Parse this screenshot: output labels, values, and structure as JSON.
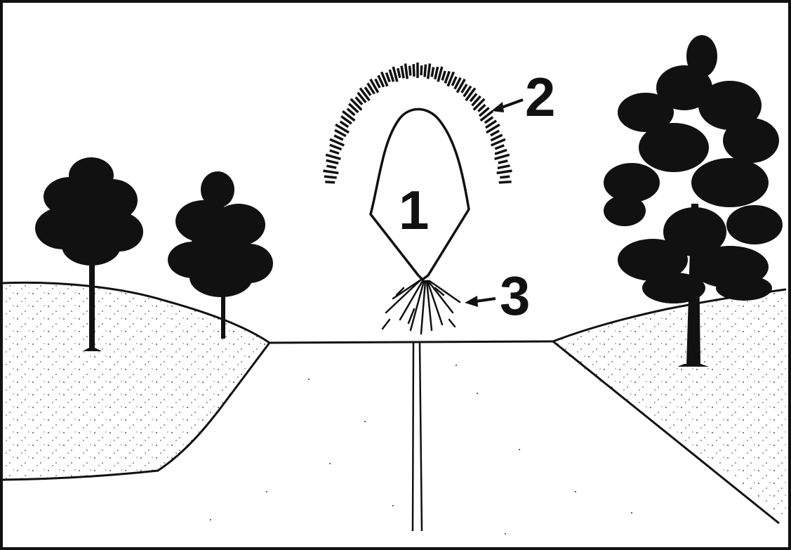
{
  "diagram": {
    "labels": {
      "one": "1",
      "two": "2",
      "three": "3"
    }
  },
  "colors": {
    "ink": "#111111",
    "paper": "#ffffff"
  }
}
